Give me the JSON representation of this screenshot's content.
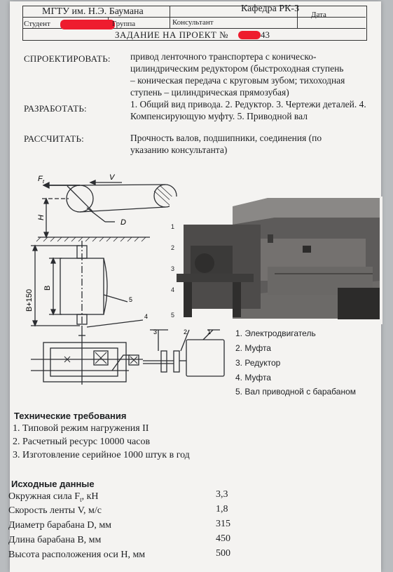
{
  "header": {
    "university": "МГТУ им. Н.Э. Баумана",
    "department": "Кафедра РК-3",
    "student_label": "Студент",
    "group_label": "Группа",
    "consultant_label": "Консультант",
    "date_label": "Дата",
    "task_title": "ЗАДАНИЕ НА ПРОЕКТ №",
    "task_number_suffix": "43"
  },
  "sections": [
    {
      "label": "СПРОЕКТИРОВАТЬ:",
      "text": "привод ленточного транспортера с коническо-цилиндрическим редуктором (быстроходная ступень – коническая передача с круговым зубом; тихоходная ступень – цилиндрическая прямозубая)"
    },
    {
      "label": "РАЗРАБОТАТЬ:",
      "text": "1. Общий вид привода. 2. Редуктор. 3. Чертежи деталей. 4. Компенсирующую муфту. 5. Приводной вал"
    },
    {
      "label": "РАССЧИТАТЬ:",
      "text": "Прочность валов, подшипники, соединения (по указанию консультанта)"
    }
  ],
  "diagram": {
    "labels": {
      "ft": "F",
      "ft_sub": "t",
      "v": "V",
      "h": "H",
      "d": "D",
      "b150": "B+150",
      "b": "B",
      "n1": "1",
      "n2": "2",
      "n3": "3",
      "n4": "4",
      "n5": "5"
    },
    "photo_labels": [
      "1",
      "2",
      "3",
      "4",
      "5"
    ]
  },
  "legend": [
    "1. Электродвигатель",
    "2. Муфта",
    "3. Редуктор",
    "4. Муфта",
    "5. Вал приводной с барабаном"
  ],
  "tech_requirements": {
    "title": "Технические требования",
    "items": [
      "1. Типовой режим нагружения II",
      "2. Расчетный ресурс 10000 часов",
      "3. Изготовление серийное 1000 штук в год"
    ]
  },
  "input_data": {
    "title": "Исходные данные",
    "rows": [
      {
        "name": "Окружная сила F",
        "sub": "t",
        "unit": ", кН",
        "value": "3,3"
      },
      {
        "name": "Скорость ленты V, м/с",
        "sub": "",
        "unit": "",
        "value": "1,8"
      },
      {
        "name": "Диаметр барабана D, мм",
        "sub": "",
        "unit": "",
        "value": "315"
      },
      {
        "name": "Длина барабана B, мм",
        "sub": "",
        "unit": "",
        "value": "450"
      },
      {
        "name": "Высота расположения оси H, мм",
        "sub": "",
        "unit": "",
        "value": "500"
      }
    ]
  },
  "colors": {
    "redaction": "#ee1c2e",
    "paper": "#f4f3f1"
  }
}
